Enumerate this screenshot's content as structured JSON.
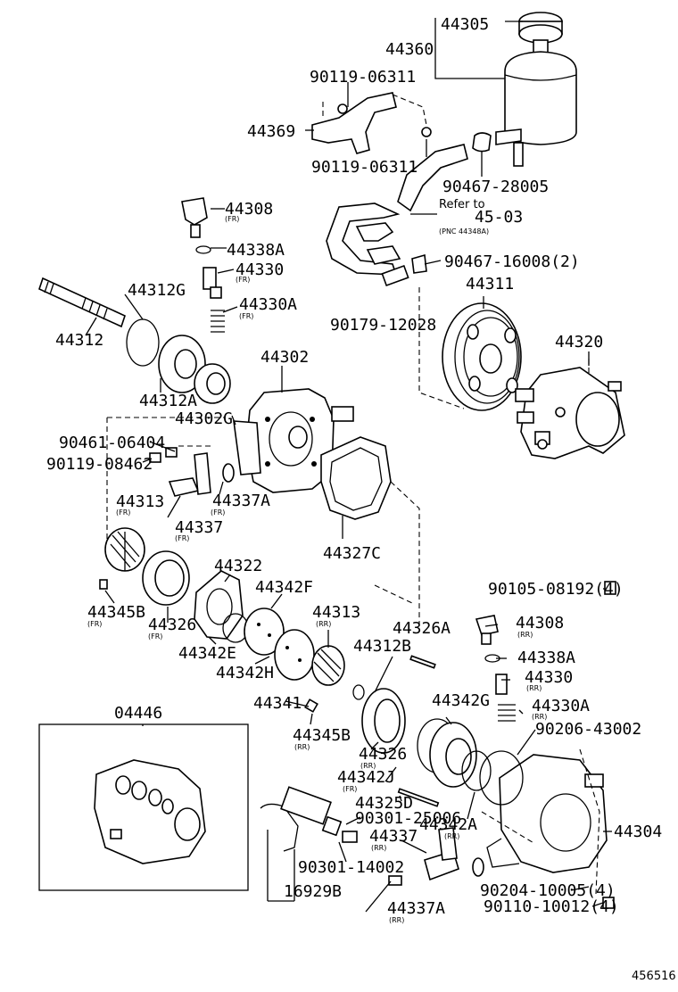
{
  "labels": {
    "p44305": "44305",
    "p44360": "44360",
    "p90119_a": "90119-06311",
    "p44369": "44369",
    "p90119_b": "90119-06311",
    "p90467_28005": "90467-28005",
    "refer_to": "Refer to",
    "refer_page": "45-03",
    "refer_pnc": "(PNC 44348A)",
    "p90467_16008": "90467-16008(2)",
    "p44308_fr": "44308",
    "p44338A_fr": "44338A",
    "p44330_fr": "44330",
    "p44330A_fr": "44330A",
    "p44312G": "44312G",
    "p44312": "44312",
    "p44311": "44311",
    "p90179": "90179-12028",
    "p44320": "44320",
    "p44302": "44302",
    "p44312A": "44312A",
    "p44302G": "44302G",
    "p90461": "90461-06404",
    "p90119_0846": "90119-08462",
    "p44337A_fr": "44337A",
    "p44313_fr": "44313",
    "p44337_fr": "44337",
    "p44327C": "44327C",
    "p44322": "44322",
    "p44342F": "44342F",
    "p90105": "90105-08192(4)",
    "p44345B_fr": "44345B",
    "p44326_fr": "44326",
    "p44342E": "44342E",
    "p44342H": "44342H",
    "p44313_rr": "44313",
    "p44326A": "44326A",
    "p44308_rr": "44308",
    "p44312B": "44312B",
    "p44338A_rr": "44338A",
    "p44330_rr": "44330",
    "p04446": "04446",
    "p44341": "44341",
    "p44342G": "44342G",
    "p44330A_rr": "44330A",
    "p90206": "90206-43002",
    "p44345B_rr": "44345B",
    "p44326_rr": "44326",
    "p44342J": "44342J",
    "p44325D": "44325D",
    "p90301_25": "90301-25006",
    "p44342A": "44342A",
    "p44304": "44304",
    "p44337_rr": "44337",
    "p90301_14": "90301-14002",
    "p16929B": "16929B",
    "p90204": "90204-10005(4)",
    "p44337A_rr": "44337A",
    "p90110": "90110-10012(4)",
    "figure_code": "456516"
  },
  "tags": {
    "fr": "(FR)",
    "rr": "(RR)"
  }
}
